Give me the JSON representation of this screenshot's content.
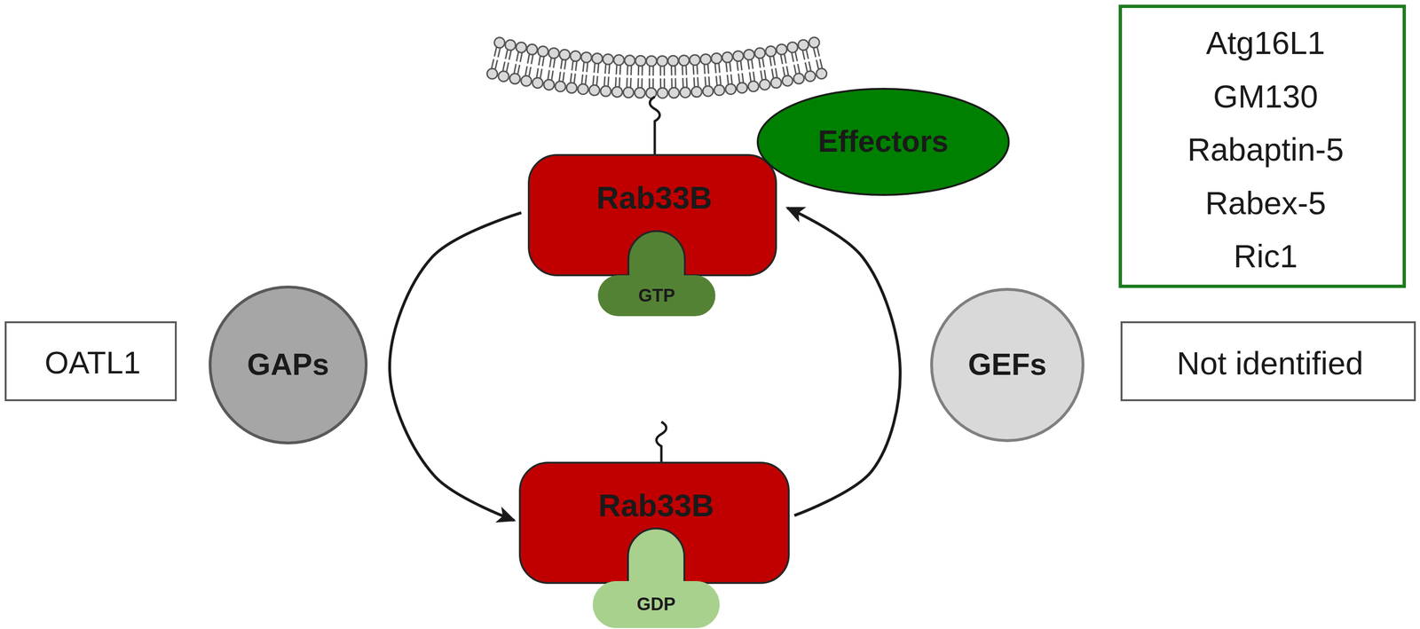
{
  "diagram": {
    "nodes": [
      {
        "text": [
          "Rab33B"
        ]
      },
      {
        "text": [
          "GTP"
        ],
        "in": 0
      },
      {
        "text": [
          "Effectors"
        ]
      },
      {
        "text": [
          "Atg16L1",
          "GM130",
          "Rabaptin-5",
          "Rabex-5",
          "Ric1"
        ]
      },
      {
        "text": [
          "OATL1"
        ]
      },
      {
        "text": [
          "GAPs"
        ]
      },
      {
        "text": [
          "GEFs"
        ]
      },
      {
        "text": [
          "Not identified"
        ]
      },
      {
        "text": [
          "Rab33B"
        ]
      },
      {
        "text": [
          "GDP"
        ],
        "in": 8
      }
    ],
    "edges": [
      {
        "from": 0,
        "to": 8,
        "arrow": "to"
      },
      {
        "from": 8,
        "to": 0,
        "arrow": "to"
      }
    ]
  }
}
